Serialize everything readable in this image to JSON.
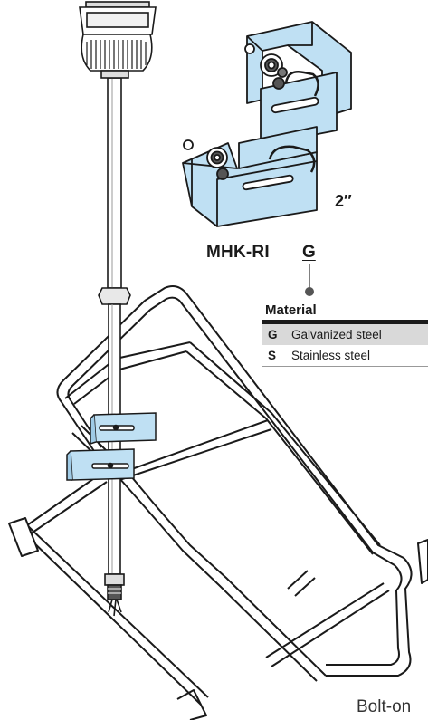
{
  "product": {
    "code": "MHK-RI",
    "selected_option": "G",
    "dimension": "2″"
  },
  "material_table": {
    "heading": "Material",
    "rows": [
      {
        "code": "G",
        "description": "Galvanized steel"
      },
      {
        "code": "S",
        "description": "Stainless steel"
      }
    ]
  },
  "caption": "Bolt-on",
  "colors": {
    "bracket_fill": "#bfe0f3",
    "outline": "#1a1a1a",
    "table_shade": "#d9d9d9"
  }
}
